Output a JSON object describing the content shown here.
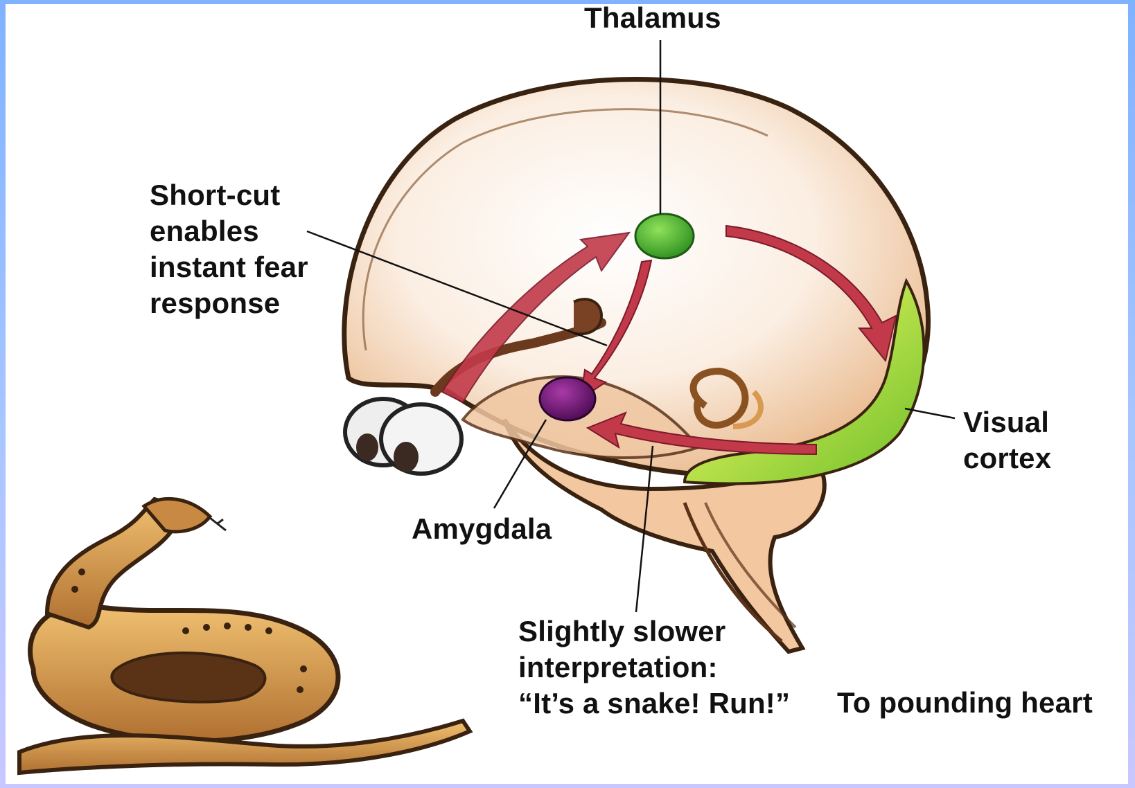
{
  "labels": {
    "thalamus": "Thalamus",
    "shortcut": "Short-cut\nenables\ninstant fear\nresponse",
    "amygdala": "Amygdala",
    "visual_cortex": "Visual\ncortex",
    "slower": "Slightly slower\ninterpretation:\n“It’s a snake! Run!”",
    "heart": "To pounding heart"
  },
  "colors": {
    "background_gradient_top": "#7fb2ff",
    "thalamus_dot": "#3cae2a",
    "amygdala_dot": "#6a1270",
    "arrow": "#c23a4a",
    "visual_cortex": "#9fd33a",
    "brain_fill": "#f6dcc4",
    "snake": "#d39a4a"
  }
}
